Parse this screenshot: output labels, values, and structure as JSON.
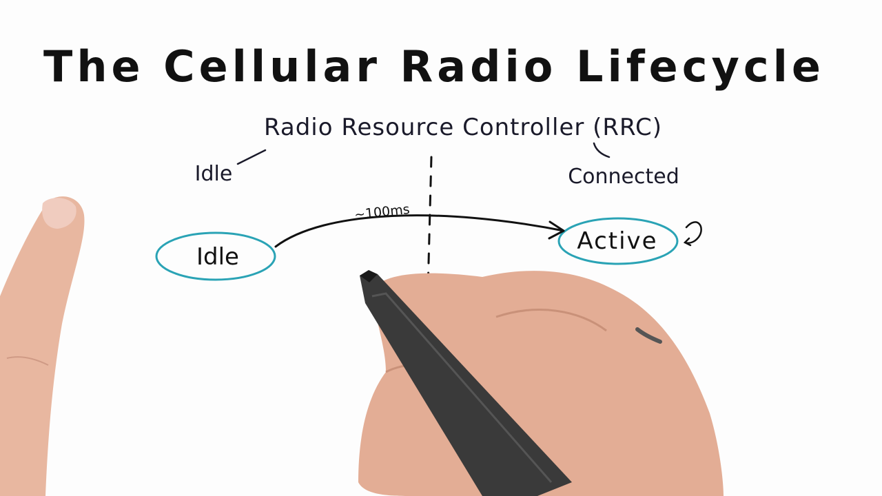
{
  "title": "The Cellular Radio Lifecycle",
  "subtitle": "Radio Resource Controller (RRC)",
  "branches": {
    "left": "Idle",
    "right": "Connected"
  },
  "states": {
    "idle": "Idle",
    "active": "Active"
  },
  "transition": {
    "label": "~100ms"
  },
  "colors": {
    "ink": "#111111",
    "ellipse": "#2aa3b5",
    "skin": "#e8b7a0",
    "pen": "#3a3a3a"
  }
}
